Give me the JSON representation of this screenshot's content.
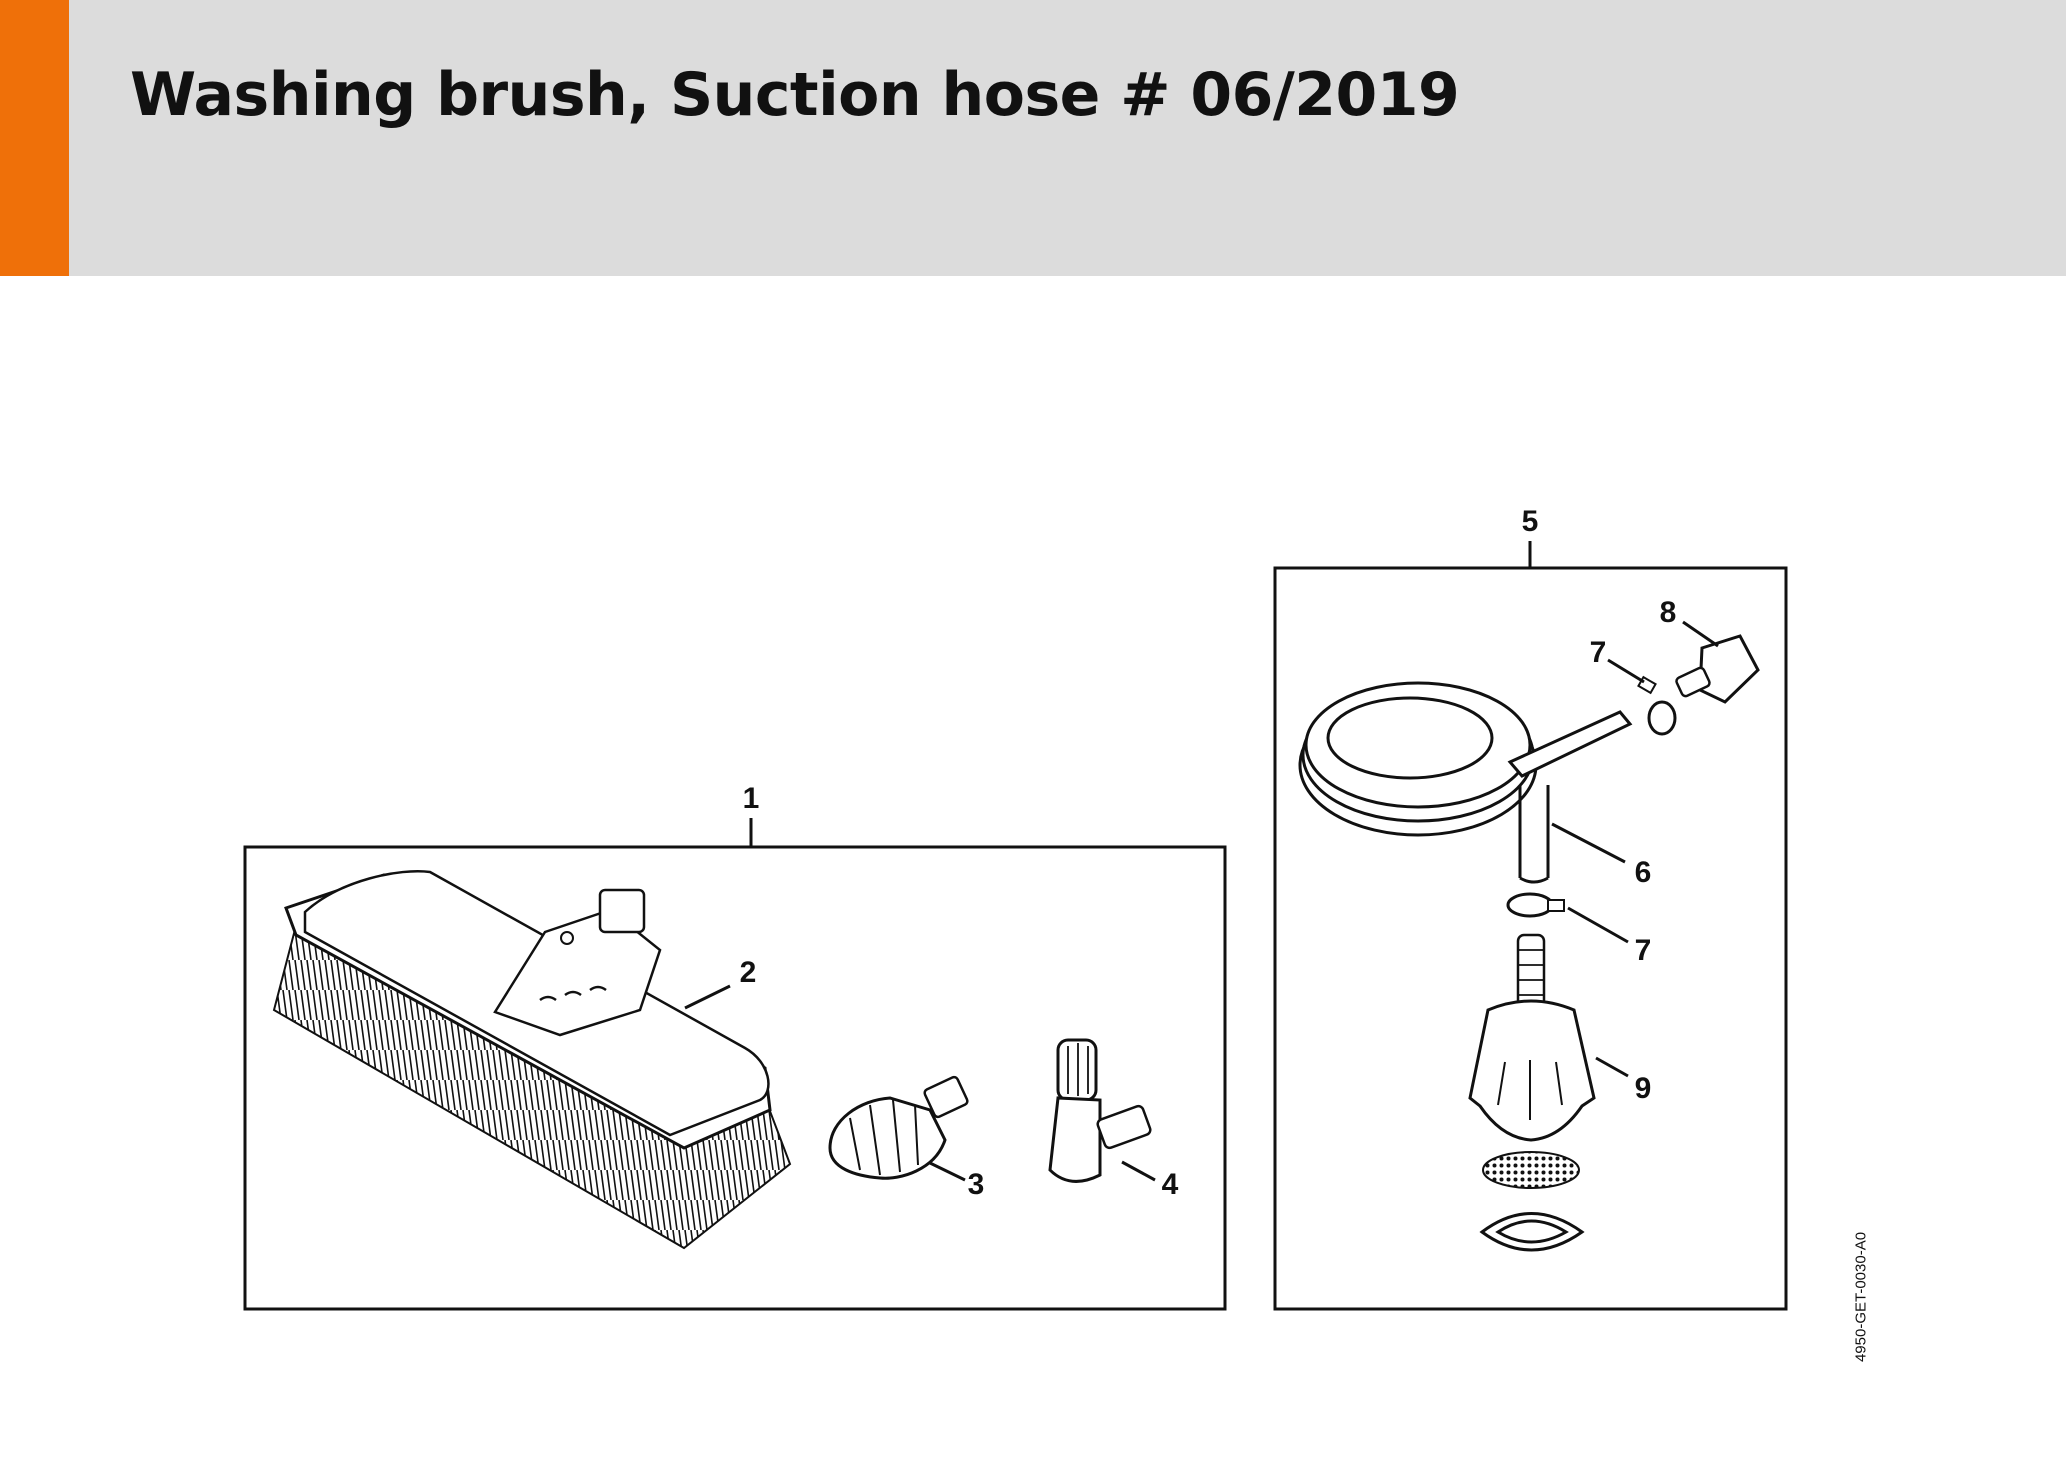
{
  "header": {
    "title": "Washing brush, Suction hose # 06/2019",
    "accent_color": "#ef7009",
    "background_color": "#dcdcdc"
  },
  "callouts": {
    "c1": "1",
    "c2": "2",
    "c3": "3",
    "c4": "4",
    "c5": "5",
    "c6": "6",
    "c7a": "7",
    "c7b": "7",
    "c8": "8",
    "c9": "9"
  },
  "drawing_code": "4950-GET-0030-A0"
}
